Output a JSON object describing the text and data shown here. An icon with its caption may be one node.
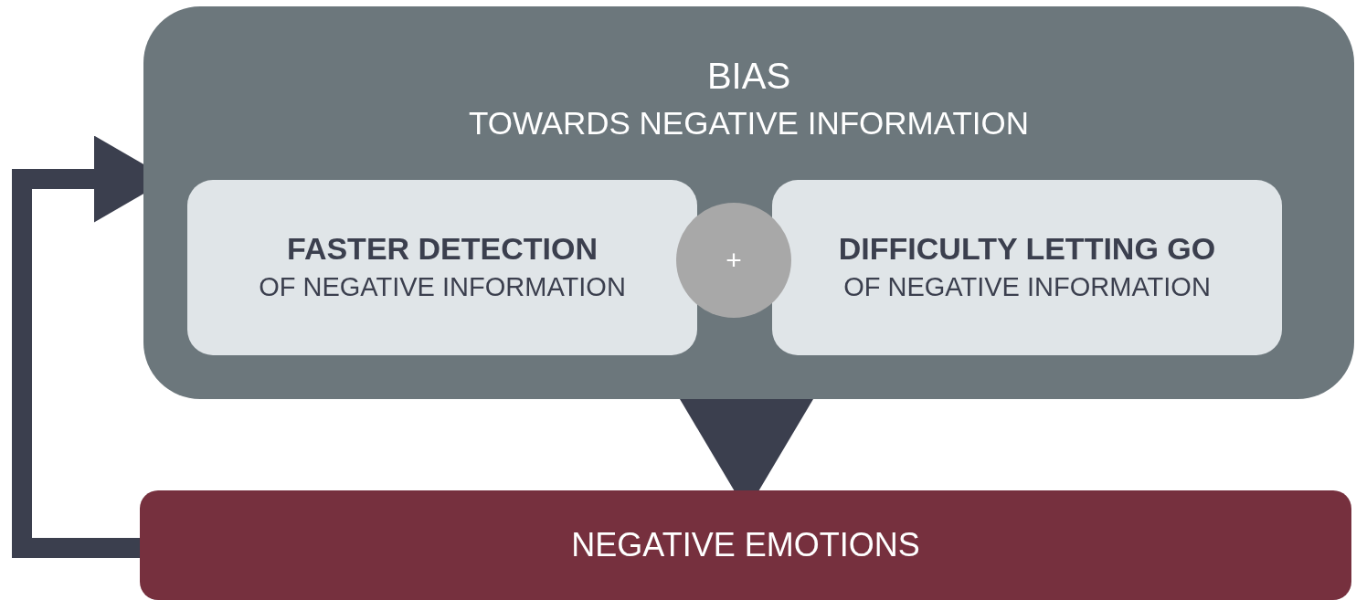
{
  "diagram": {
    "nodes": [
      {
        "text": [
          "BIAS",
          "TOWARDS NEGATIVE INFORMATION"
        ]
      },
      {
        "text": [
          "FASTER DETECTION",
          "OF NEGATIVE INFORMATION"
        ],
        "in": 0
      },
      {
        "text": [
          "+"
        ],
        "in": 0
      },
      {
        "text": [
          "DIFFICULTY LETTING GO",
          "OF NEGATIVE INFORMATION"
        ],
        "in": 0
      },
      {
        "text": [
          "NEGATIVE EMOTIONS"
        ]
      }
    ],
    "edges": [
      {
        "from": 0,
        "to": 4,
        "arrow": "to"
      },
      {
        "from": 4,
        "to": 0,
        "arrow": "to",
        "style": "thick"
      }
    ]
  }
}
